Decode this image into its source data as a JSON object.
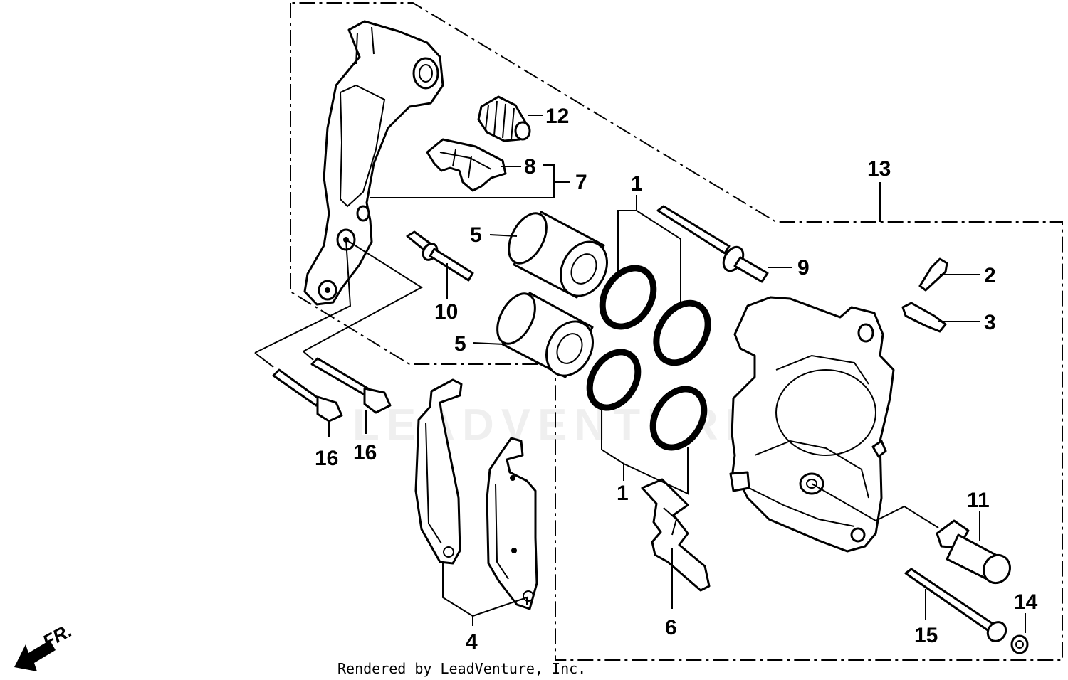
{
  "diagram": {
    "labels": {
      "p1a": "1",
      "p1b": "1",
      "p2": "2",
      "p3": "3",
      "p4": "4",
      "p5a": "5",
      "p5b": "5",
      "p6": "6",
      "p7": "7",
      "p8": "8",
      "p9": "9",
      "p10": "10",
      "p11": "11",
      "p12": "12",
      "p13": "13",
      "p14": "14",
      "p15": "15",
      "p16a": "16",
      "p16b": "16"
    },
    "front_indicator": "FR.",
    "watermark": "LEADVENTURE",
    "footer": "Rendered by LeadVenture, Inc."
  }
}
